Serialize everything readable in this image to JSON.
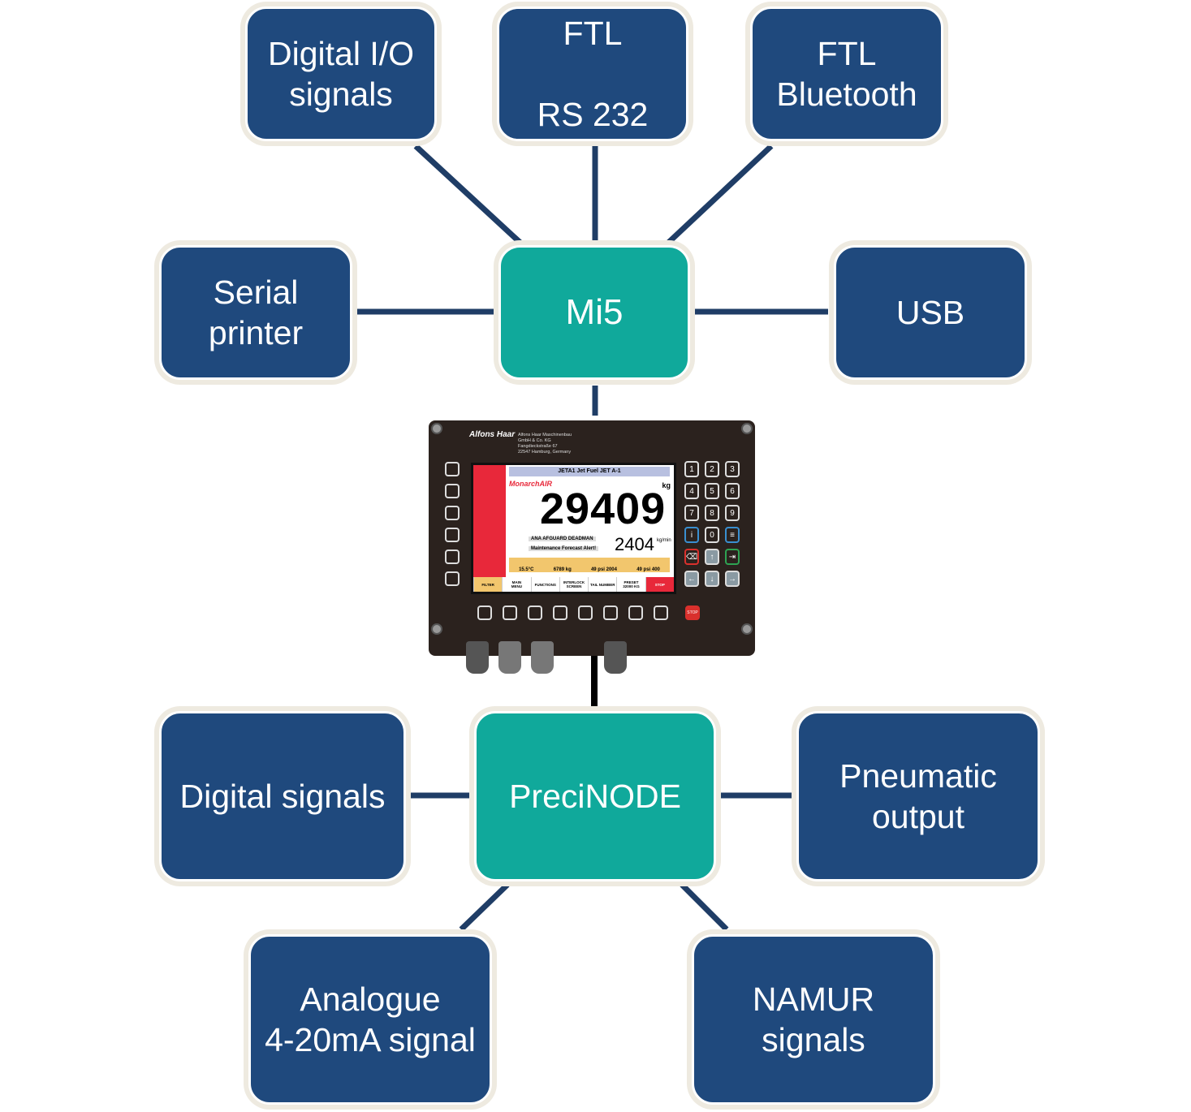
{
  "nodes": {
    "digital_io": "Digital I/O\nsignals",
    "ftl_rs232": "FTL\n\nRS 232",
    "ftl_bluetooth": "FTL\nBluetooth",
    "serial_printer": "Serial\nprinter",
    "mi5": "Mi5",
    "usb": "USB",
    "digital_signals": "Digital signals",
    "precinode": "PreciNODE",
    "pneumatic_output": "Pneumatic\noutput",
    "analogue": "Analogue\n4-20mA signal",
    "namur": "NAMUR\nsignals"
  },
  "device": {
    "logo": "Alfons Haar",
    "address": "Alfons Haar Maschinenbau\nGmbH & Co. KG\nFangdieckstraße 67\n22547 Hamburg, Germany",
    "screen": {
      "title": "JETA1 Jet Fuel JET A-1",
      "brand": "MonarchAIR",
      "unit": "kg",
      "total": "29409",
      "status": "ANA  AFGUARD  DEADMAN",
      "alert": "Maintenance Forecast Alert!",
      "rate": "2404",
      "rate_unit": "kg/min",
      "info": [
        "15.5°C",
        "6789 kg",
        "49 psi 2004",
        "49 psi 400"
      ],
      "buttons": [
        "FILTER",
        "MAIN\nMENU",
        "FUNCTIONS",
        "INTERLOCK\nSCREEN",
        "TAIL NUMBER",
        "PRESET\n32000 KG",
        "STOP"
      ]
    },
    "keys": [
      "1",
      "2",
      "3",
      "4",
      "5",
      "6",
      "7",
      "8",
      "9",
      "i",
      "0",
      "≡",
      "⌫",
      "↑",
      "⇥",
      "←",
      "↓",
      "→"
    ],
    "stop_label": "STOP"
  },
  "colors": {
    "node": "#1f497d",
    "hub": "#10a99b",
    "line": "#1f3d66"
  }
}
